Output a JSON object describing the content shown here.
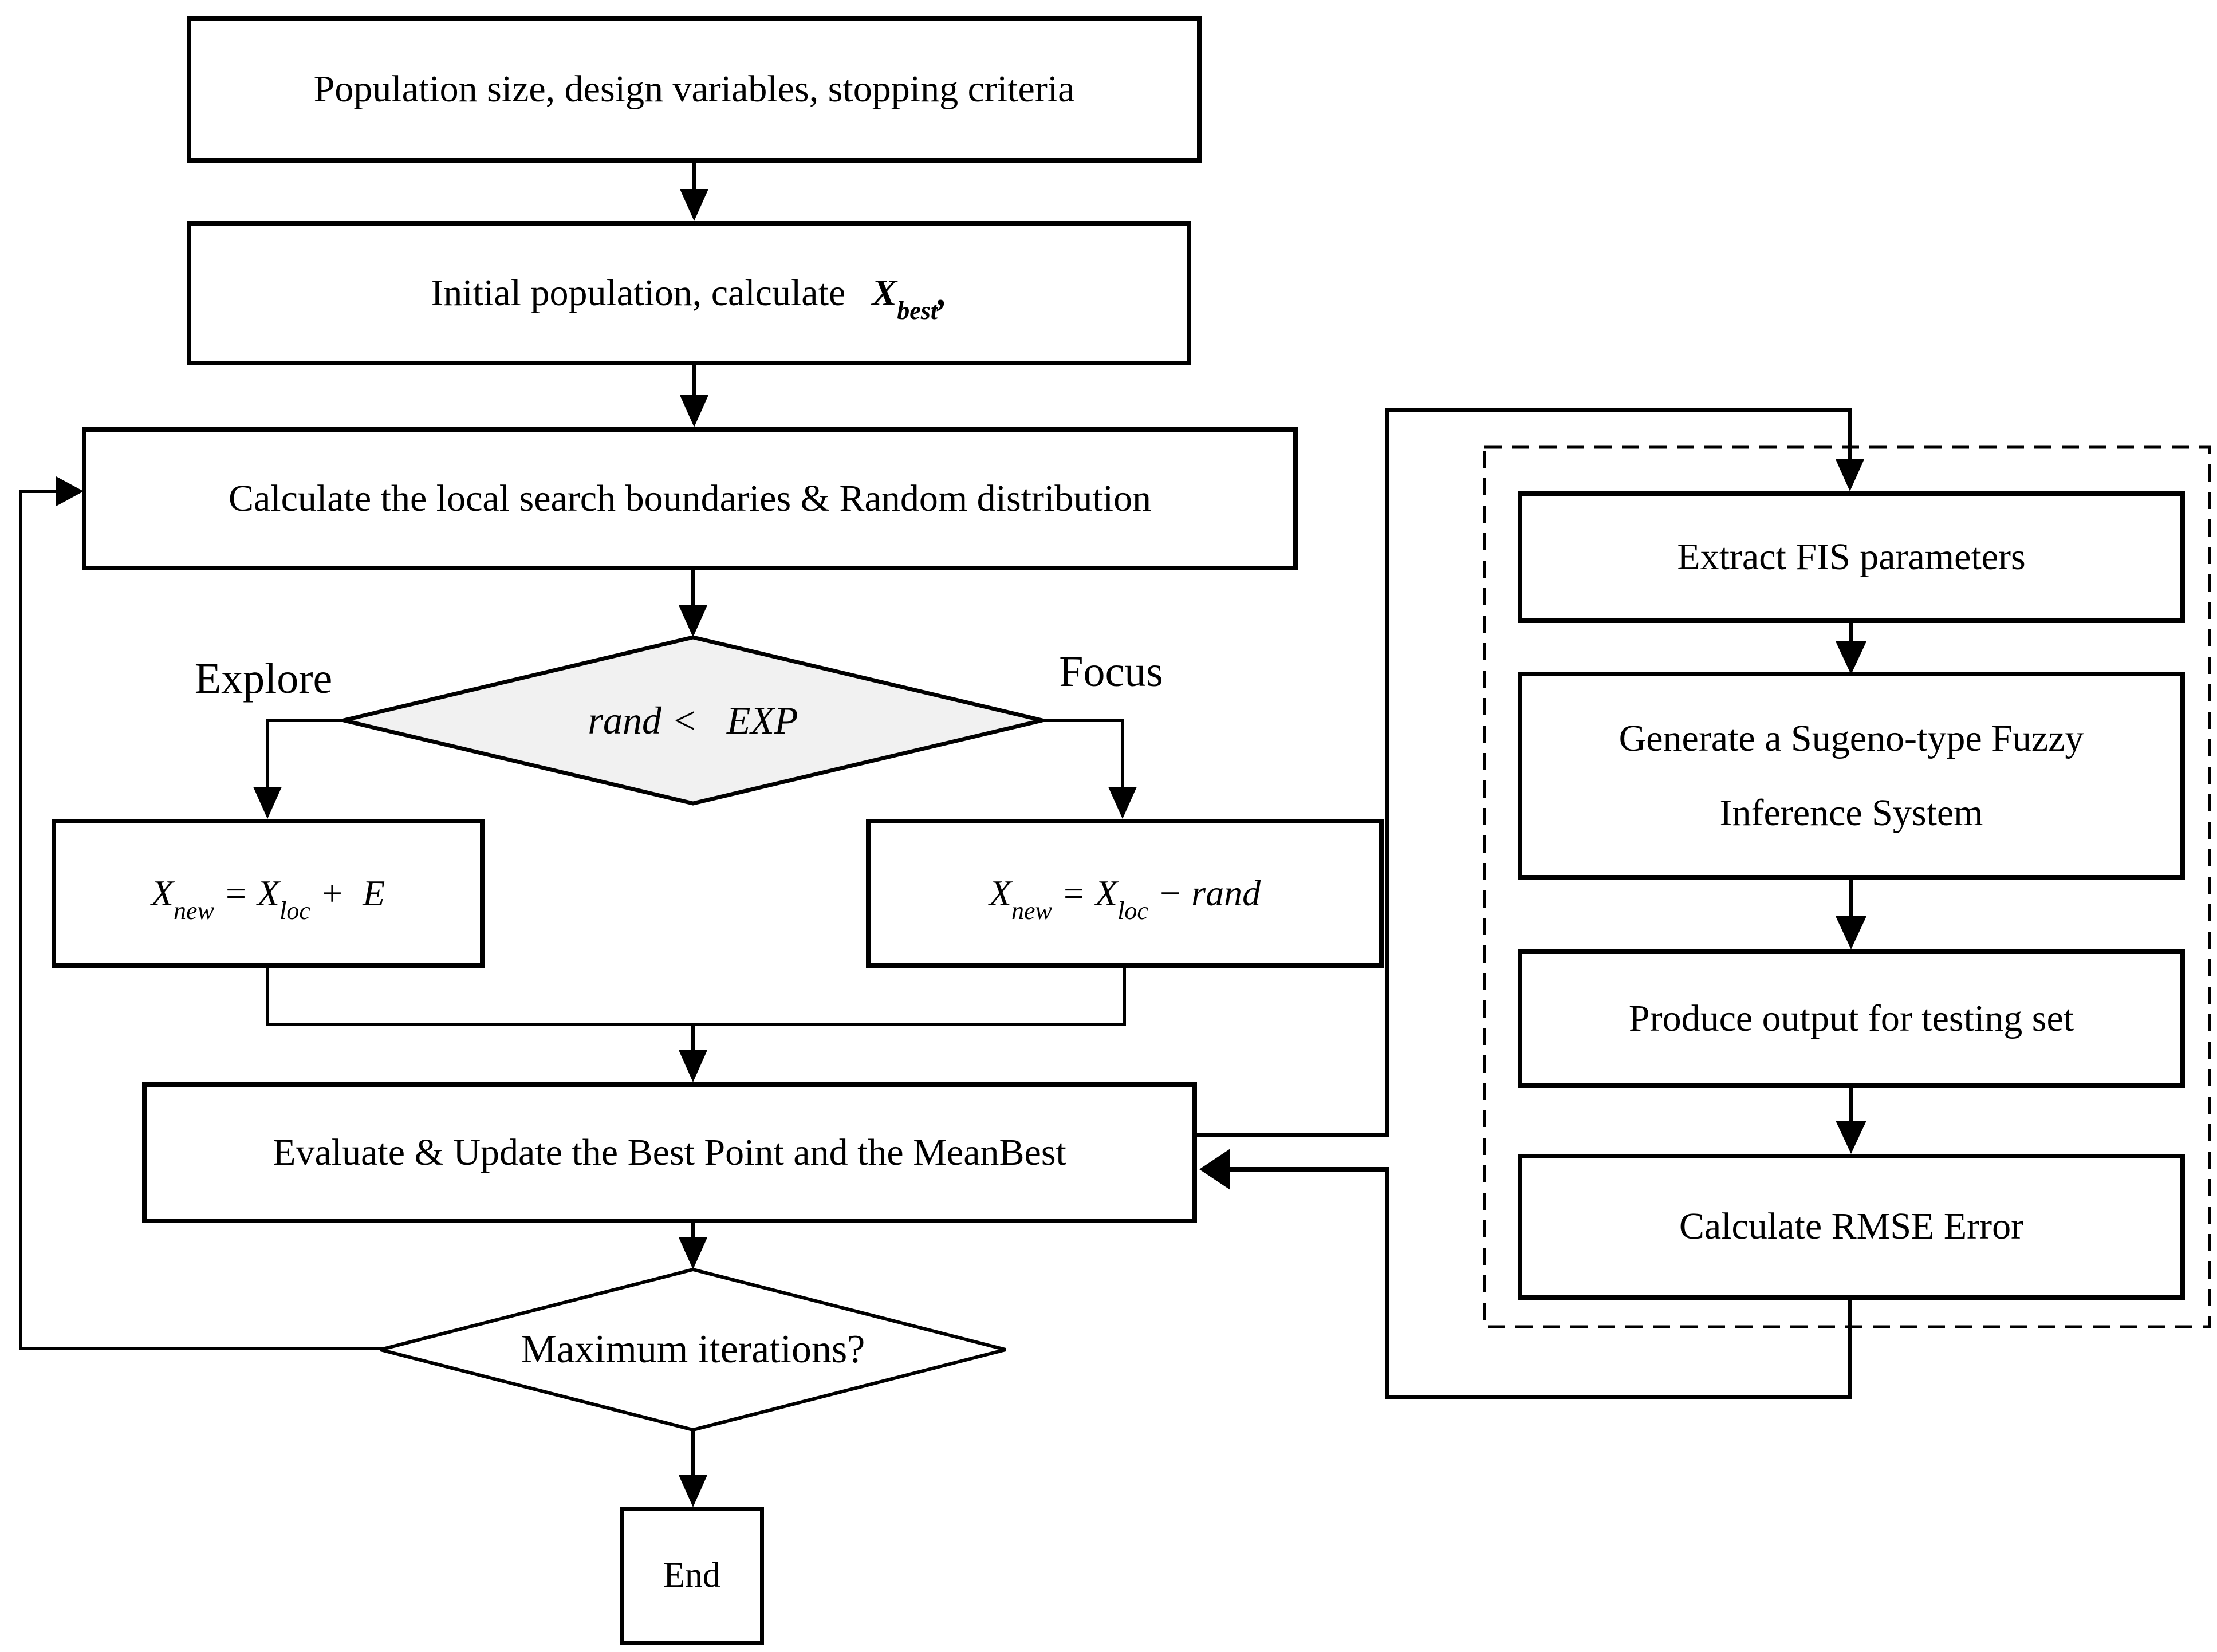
{
  "colors": {
    "line": "#000000",
    "box_border": "#000000",
    "box_fill": "#ffffff",
    "decision_explore_fill": "#f1f1f1",
    "decision_iterations_fill": "#ffffff",
    "background": "#ffffff"
  },
  "nodes": {
    "population": {
      "label": "Population size, design variables, stopping criteria"
    },
    "initial": {
      "prefix": "Initial population, calculate",
      "var": "X",
      "sub": "best",
      "suffix": ","
    },
    "calc_bounds": {
      "label": "Calculate the local search boundaries & Random distribution"
    },
    "decision_exp": {
      "label": "rand <   EXP"
    },
    "explore_branch_label": {
      "label": "Explore"
    },
    "focus_branch_label": {
      "label": "Focus"
    },
    "explore_formula": {
      "var1": "X",
      "sub1": "new",
      "eq": " = ",
      "var2": "X",
      "sub2": "loc",
      "tail": " +  E"
    },
    "focus_formula": {
      "var1": "X",
      "sub1": "new",
      "eq": " = ",
      "var2": "X",
      "sub2": "loc",
      "tail": " − rand"
    },
    "evaluate": {
      "label": "Evaluate & Update the Best Point and the MeanBest"
    },
    "decision_iterations": {
      "label": "Maximum iterations?"
    },
    "end": {
      "label": "End"
    },
    "extract_fis": {
      "label": "Extract FIS parameters"
    },
    "generate_fis": {
      "line1": "Generate a Sugeno-type Fuzzy",
      "line2": "Inference System"
    },
    "produce_output": {
      "label": "Produce output for testing set"
    },
    "calculate_rmse": {
      "label": "Calculate RMSE Error"
    }
  }
}
